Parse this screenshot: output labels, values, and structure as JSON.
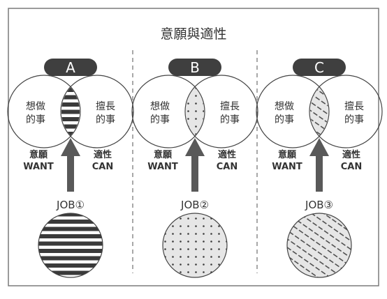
{
  "title": "意願與適性",
  "labels": {
    "want_top": "想做",
    "want_bottom": "的事",
    "can_top": "擅長",
    "can_bottom": "的事",
    "want_zh": "意願",
    "want_en": "WANT",
    "can_zh": "適性",
    "can_en": "CAN"
  },
  "panels": [
    {
      "badge": "A",
      "job": "JOB①",
      "pattern": "horizontal-stripes"
    },
    {
      "badge": "B",
      "job": "JOB②",
      "pattern": "dots"
    },
    {
      "badge": "C",
      "job": "JOB③",
      "pattern": "diagonal-dashes"
    }
  ],
  "colors": {
    "border": "#7a7a7a",
    "badge": "#3f3f3f",
    "arrow": "#595959",
    "pattern": "#3a3a3a",
    "fill": "#e6e6e6"
  }
}
